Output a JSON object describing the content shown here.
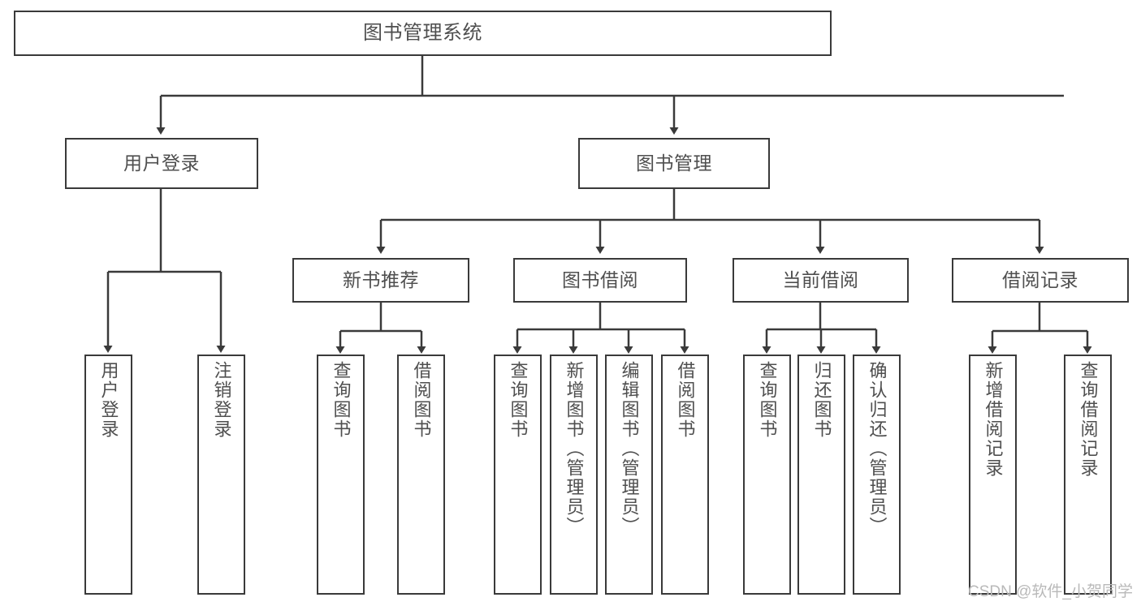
{
  "diagram": {
    "title": "图书管理系统",
    "watermark": "CSDN @软件_小贺同学",
    "stroke_color": "#3a3a3a",
    "text_color": "#4f4f4f",
    "background": "#ffffff",
    "levels": {
      "root": {
        "label": "图书管理系统"
      },
      "level1": [
        {
          "label": "用户登录"
        },
        {
          "label": "图书管理"
        }
      ],
      "level2": [
        {
          "label": "新书推荐"
        },
        {
          "label": "图书借阅"
        },
        {
          "label": "当前借阅"
        },
        {
          "label": "借阅记录"
        }
      ],
      "leaves_user_login": [
        {
          "label": "用户登录"
        },
        {
          "label": "注销登录"
        }
      ],
      "leaves_new_book": [
        {
          "label": "查询图书"
        },
        {
          "label": "借阅图书"
        }
      ],
      "leaves_borrow": [
        {
          "label": "查询图书"
        },
        {
          "label": "新增图书（管理员）"
        },
        {
          "label": "编辑图书（管理员）"
        },
        {
          "label": "借阅图书"
        }
      ],
      "leaves_current": [
        {
          "label": "查询图书"
        },
        {
          "label": "归还图书"
        },
        {
          "label": "确认归还（管理员）"
        }
      ],
      "leaves_record": [
        {
          "label": "新增借阅记录"
        },
        {
          "label": "查询借阅记录"
        }
      ]
    }
  }
}
